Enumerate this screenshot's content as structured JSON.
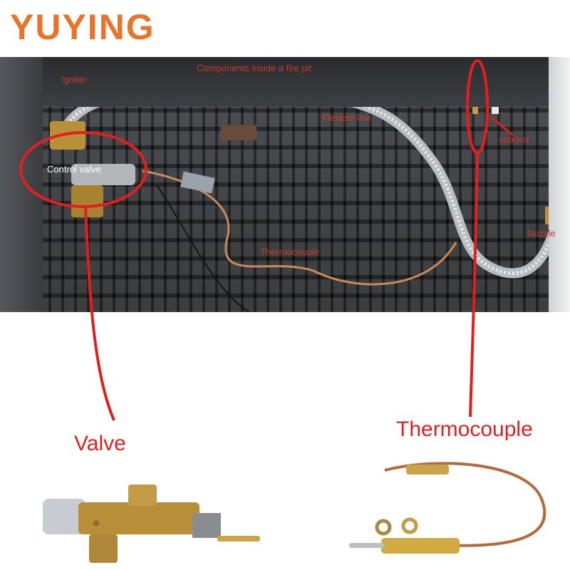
{
  "logo": {
    "text": "YUYING",
    "color": "#e8742a"
  },
  "photo": {
    "title": "Components inside a fire pit",
    "labels": {
      "igniter": "Igniter",
      "flexible_line": "Flexible line",
      "sparker": "sparker",
      "control_valve": "Control valve",
      "thermocouple": "Thermocouple",
      "nozzle": "Nozzle"
    }
  },
  "callouts": {
    "valve": "Valve",
    "thermocouple": "Thermocouple",
    "accent_color": "#e11f1f"
  }
}
